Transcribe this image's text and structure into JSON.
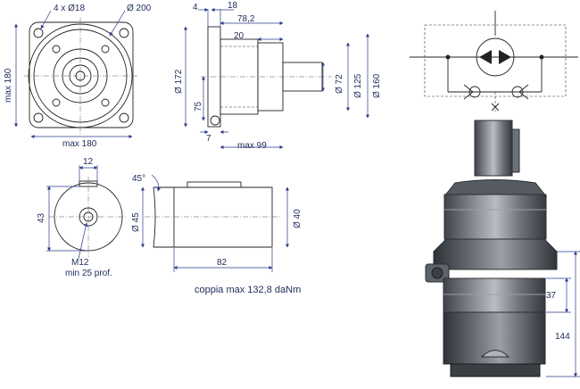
{
  "labels": {
    "holes": "4 x Ø18",
    "d200": "Ø 200",
    "max180_v": "max 180",
    "max180_h": "max 180",
    "d4": "4",
    "d18": "18",
    "d78": "78,2",
    "d20": "20",
    "d172": "Ø 172",
    "d125": "Ø 125",
    "d72": "Ø 72",
    "d160": "Ø 160",
    "d75": "75",
    "d7": "7",
    "max99": "max  99",
    "d12": "12",
    "d43": "43",
    "ang45": "45°",
    "d45": "Ø 45",
    "d40": "Ø 40",
    "d82": "82",
    "m12": "M12",
    "min25": "min 25 prof.",
    "d37": "37",
    "d144": "144",
    "torque": "coppia max 132,8 daNm"
  },
  "colors": {
    "dimension": "#2a3a8c",
    "outline": "#222222",
    "body_dark": "#4a4f55",
    "body_mid": "#7c8288",
    "body_light": "#b9bec3"
  }
}
